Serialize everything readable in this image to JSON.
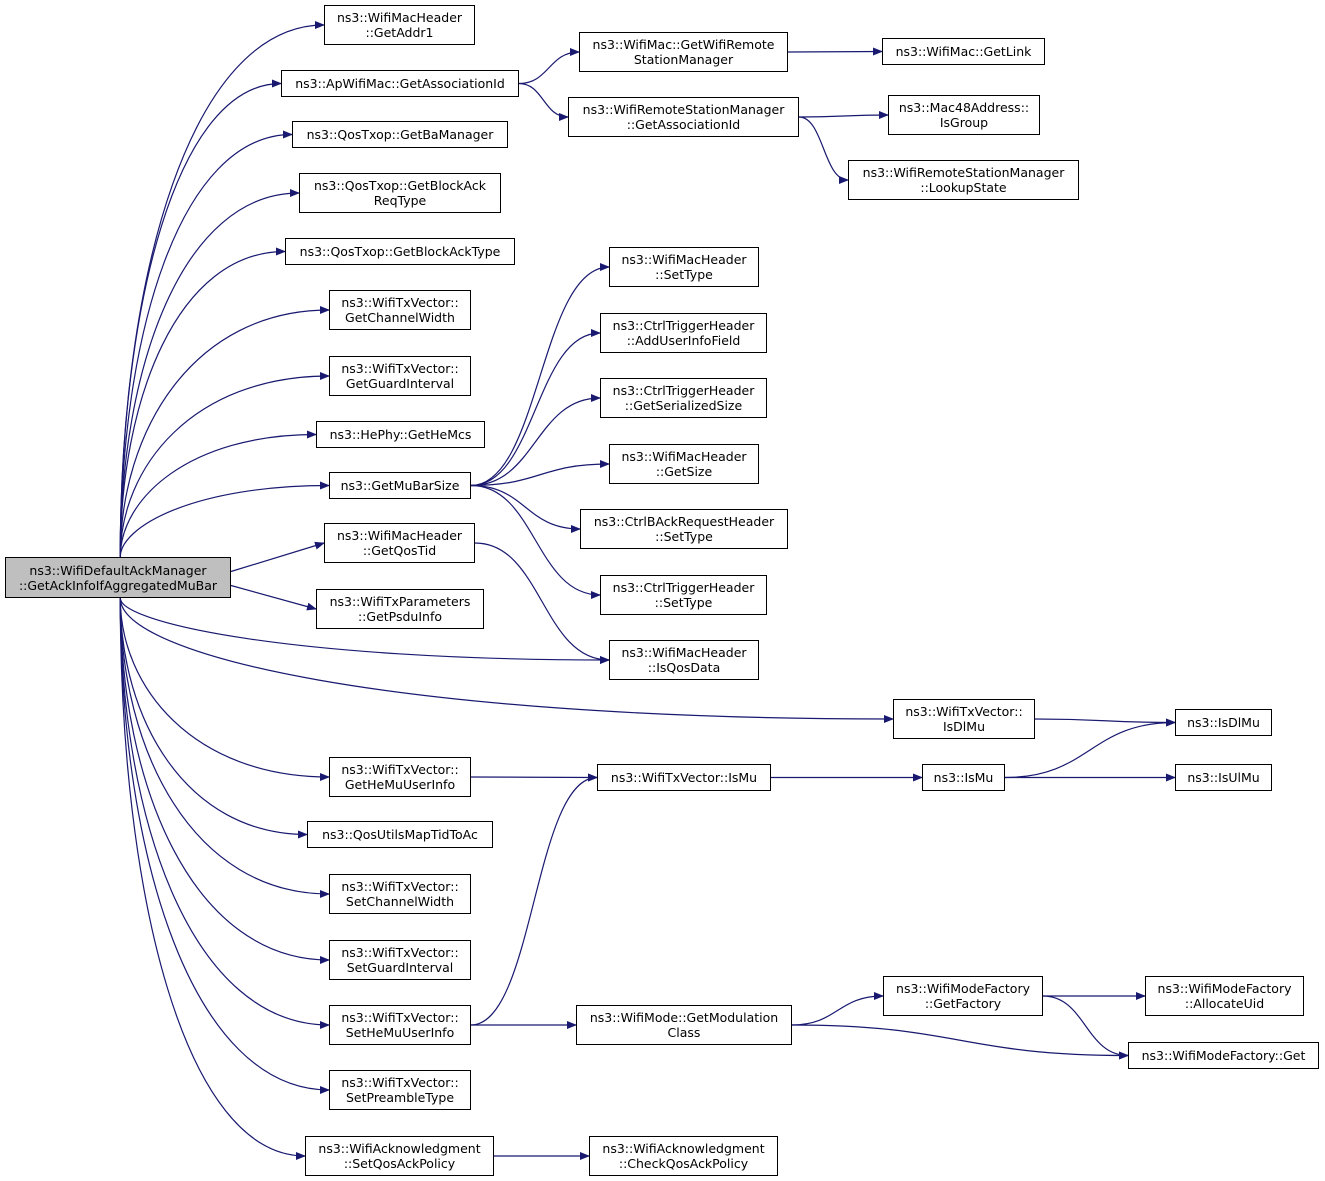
{
  "colors": {
    "edge": "#191970",
    "root_fill": "#bfbfbf",
    "node_fill": "#ffffff",
    "node_border": "#000000"
  },
  "nodes": {
    "root": {
      "line1": "ns3::WifiDefaultAckManager",
      "line2": "::GetAckInfoIfAggregatedMuBar"
    },
    "getaddr1": {
      "line1": "ns3::WifiMacHeader",
      "line2": "::GetAddr1"
    },
    "getassociationid": {
      "line1": "ns3::ApWifiMac::GetAssociationId"
    },
    "getbamanager": {
      "line1": "ns3::QosTxop::GetBaManager"
    },
    "getblockackreqtype": {
      "line1": "ns3::QosTxop::GetBlockAck",
      "line2": "ReqType"
    },
    "getblockacktype": {
      "line1": "ns3::QosTxop::GetBlockAckType"
    },
    "getchannelwidth": {
      "line1": "ns3::WifiTxVector::",
      "line2": "GetChannelWidth"
    },
    "getguardinterval": {
      "line1": "ns3::WifiTxVector::",
      "line2": "GetGuardInterval"
    },
    "gethemcs": {
      "line1": "ns3::HePhy::GetHeMcs"
    },
    "getmubarsize": {
      "line1": "ns3::GetMuBarSize"
    },
    "getqostid": {
      "line1": "ns3::WifiMacHeader",
      "line2": "::GetQosTid"
    },
    "getpsduinfo": {
      "line1": "ns3::WifiTxParameters",
      "line2": "::GetPsduInfo"
    },
    "gethemuuserinfo": {
      "line1": "ns3::WifiTxVector::",
      "line2": "GetHeMuUserInfo"
    },
    "qosutilsmaptidtoac": {
      "line1": "ns3::QosUtilsMapTidToAc"
    },
    "setchannelwidth": {
      "line1": "ns3::WifiTxVector::",
      "line2": "SetChannelWidth"
    },
    "setguardinterval": {
      "line1": "ns3::WifiTxVector::",
      "line2": "SetGuardInterval"
    },
    "sethemuuserinfo": {
      "line1": "ns3::WifiTxVector::",
      "line2": "SetHeMuUserInfo"
    },
    "setpreambletype": {
      "line1": "ns3::WifiTxVector::",
      "line2": "SetPreambleType"
    },
    "setqosackpolicy": {
      "line1": "ns3::WifiAcknowledgment",
      "line2": "::SetQosAckPolicy"
    },
    "getwifiremotestationmanager": {
      "line1": "ns3::WifiMac::GetWifiRemote",
      "line2": "StationManager"
    },
    "rsm_getassociationid": {
      "line1": "ns3::WifiRemoteStationManager",
      "line2": "::GetAssociationId"
    },
    "getlink": {
      "line1": "ns3::WifiMac::GetLink"
    },
    "isgroup": {
      "line1": "ns3::Mac48Address::",
      "line2": "IsGroup"
    },
    "lookupstate": {
      "line1": "ns3::WifiRemoteStationManager",
      "line2": "::LookupState"
    },
    "settype_mac": {
      "line1": "ns3::WifiMacHeader",
      "line2": "::SetType"
    },
    "adduserinfofield": {
      "line1": "ns3::CtrlTriggerHeader",
      "line2": "::AddUserInfoField"
    },
    "getserializedsize": {
      "line1": "ns3::CtrlTriggerHeader",
      "line2": "::GetSerializedSize"
    },
    "getsize": {
      "line1": "ns3::WifiMacHeader",
      "line2": "::GetSize"
    },
    "settype_bar": {
      "line1": "ns3::CtrlBAckRequestHeader",
      "line2": "::SetType"
    },
    "settype_trigger": {
      "line1": "ns3::CtrlTriggerHeader",
      "line2": "::SetType"
    },
    "isqosdata": {
      "line1": "ns3::WifiMacHeader",
      "line2": "::IsQosData"
    },
    "txv_isdlmu": {
      "line1": "ns3::WifiTxVector::",
      "line2": "IsDlMu"
    },
    "isdlmu": {
      "line1": "ns3::IsDlMu"
    },
    "txv_ismu": {
      "line1": "ns3::WifiTxVector::IsMu"
    },
    "ismu": {
      "line1": "ns3::IsMu"
    },
    "isulmu": {
      "line1": "ns3::IsUlMu"
    },
    "getmodulationclass": {
      "line1": "ns3::WifiMode::GetModulation",
      "line2": "Class"
    },
    "getfactory": {
      "line1": "ns3::WifiModeFactory",
      "line2": "::GetFactory"
    },
    "allocateuid": {
      "line1": "ns3::WifiModeFactory",
      "line2": "::AllocateUid"
    },
    "factory_get": {
      "line1": "ns3::WifiModeFactory::Get"
    },
    "checkqosackpolicy": {
      "line1": "ns3::WifiAcknowledgment",
      "line2": "::CheckQosAckPolicy"
    }
  },
  "edges": [
    [
      "root",
      "getaddr1"
    ],
    [
      "root",
      "getassociationid"
    ],
    [
      "root",
      "getbamanager"
    ],
    [
      "root",
      "getblockackreqtype"
    ],
    [
      "root",
      "getblockacktype"
    ],
    [
      "root",
      "getchannelwidth"
    ],
    [
      "root",
      "getguardinterval"
    ],
    [
      "root",
      "gethemcs"
    ],
    [
      "root",
      "getmubarsize"
    ],
    [
      "root",
      "getqostid"
    ],
    [
      "root",
      "getpsduinfo"
    ],
    [
      "root",
      "isqosdata"
    ],
    [
      "root",
      "txv_isdlmu"
    ],
    [
      "root",
      "gethemuuserinfo"
    ],
    [
      "root",
      "qosutilsmaptidtoac"
    ],
    [
      "root",
      "setchannelwidth"
    ],
    [
      "root",
      "setguardinterval"
    ],
    [
      "root",
      "sethemuuserinfo"
    ],
    [
      "root",
      "setpreambletype"
    ],
    [
      "root",
      "setqosackpolicy"
    ],
    [
      "getassociationid",
      "getwifiremotestationmanager"
    ],
    [
      "getassociationid",
      "rsm_getassociationid"
    ],
    [
      "getwifiremotestationmanager",
      "getlink"
    ],
    [
      "rsm_getassociationid",
      "isgroup"
    ],
    [
      "rsm_getassociationid",
      "lookupstate"
    ],
    [
      "getmubarsize",
      "settype_mac"
    ],
    [
      "getmubarsize",
      "adduserinfofield"
    ],
    [
      "getmubarsize",
      "getserializedsize"
    ],
    [
      "getmubarsize",
      "getsize"
    ],
    [
      "getmubarsize",
      "settype_bar"
    ],
    [
      "getmubarsize",
      "settype_trigger"
    ],
    [
      "getqostid",
      "isqosdata"
    ],
    [
      "txv_isdlmu",
      "isdlmu"
    ],
    [
      "gethemuuserinfo",
      "txv_ismu"
    ],
    [
      "txv_ismu",
      "ismu"
    ],
    [
      "ismu",
      "isdlmu"
    ],
    [
      "ismu",
      "isulmu"
    ],
    [
      "sethemuuserinfo",
      "txv_ismu"
    ],
    [
      "sethemuuserinfo",
      "getmodulationclass"
    ],
    [
      "getmodulationclass",
      "getfactory"
    ],
    [
      "getmodulationclass",
      "factory_get"
    ],
    [
      "getfactory",
      "allocateuid"
    ],
    [
      "getfactory",
      "factory_get"
    ],
    [
      "setqosackpolicy",
      "checkqosackpolicy"
    ]
  ]
}
